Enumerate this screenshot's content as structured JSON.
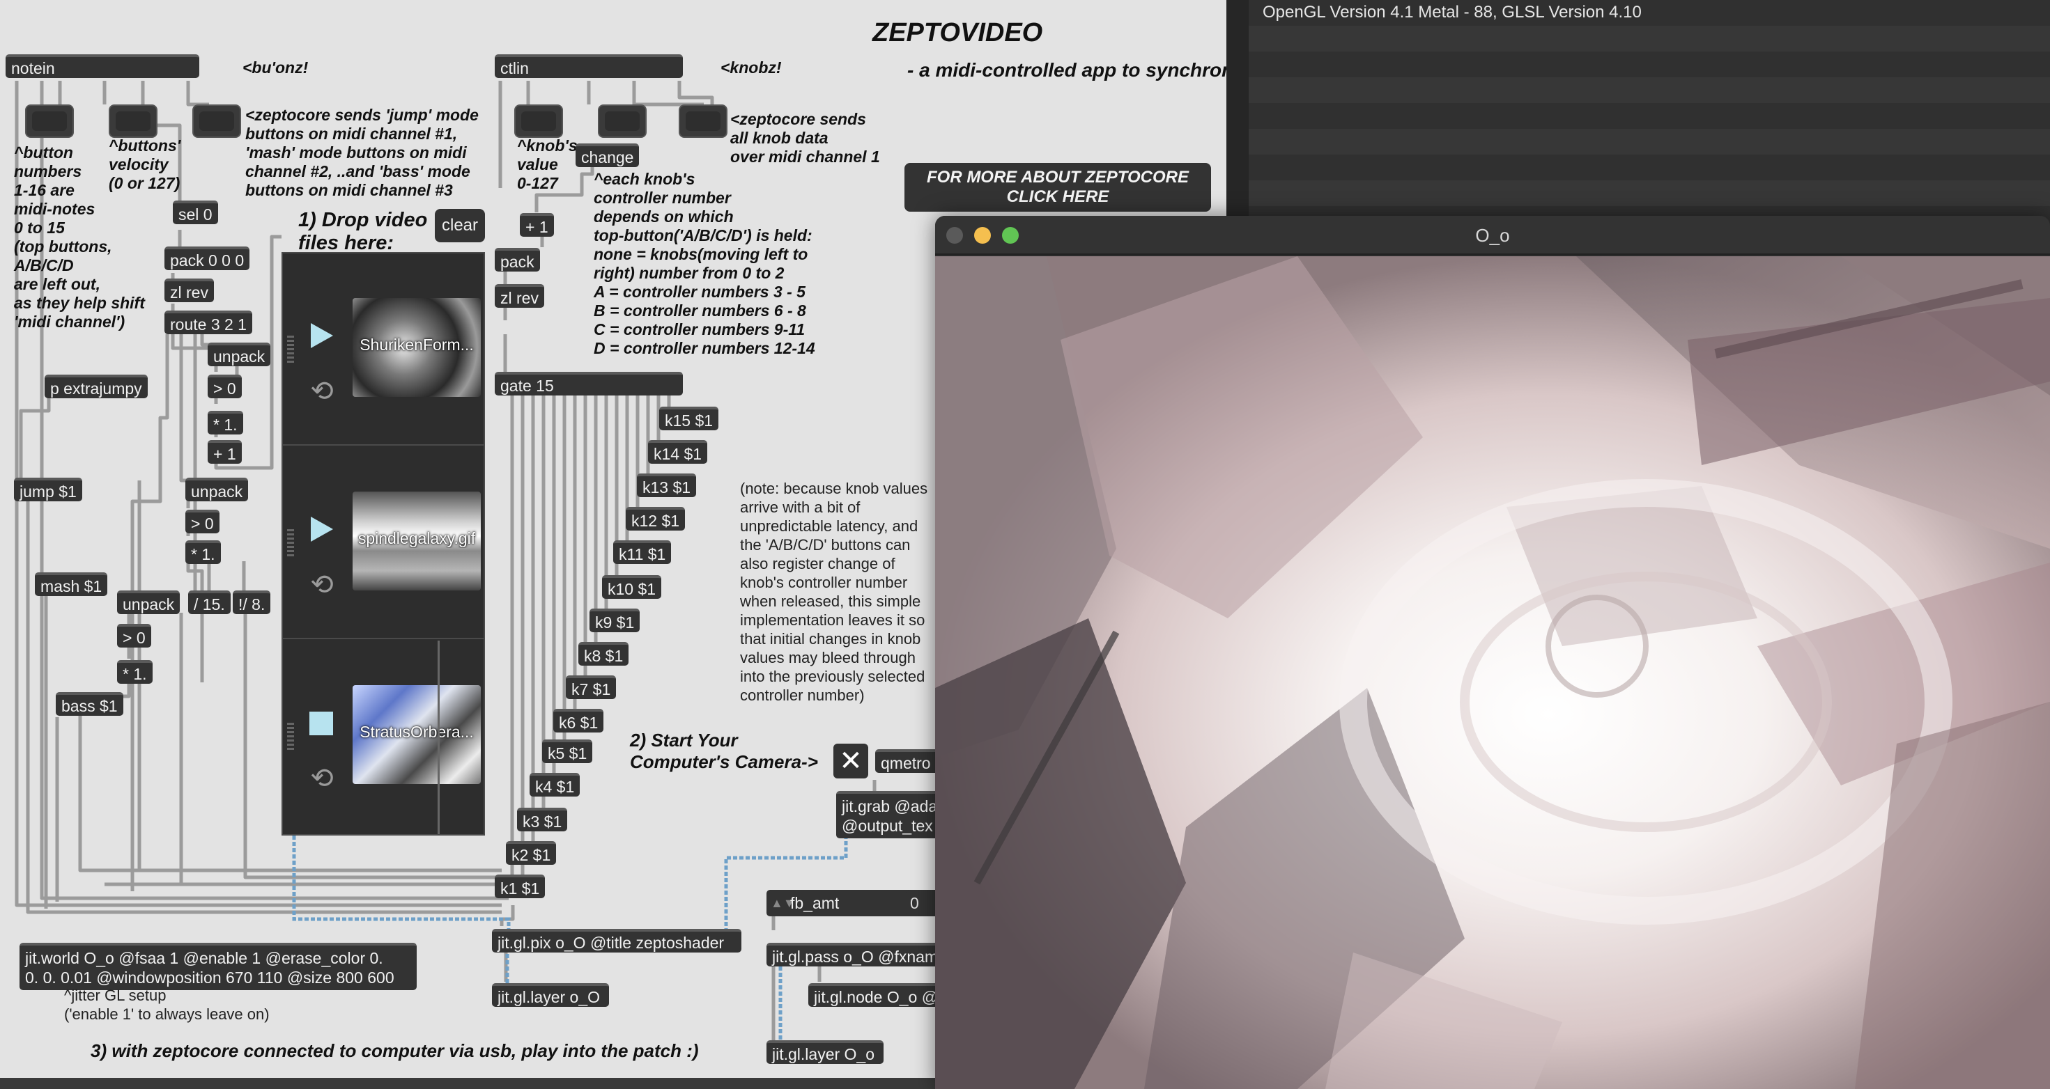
{
  "patch": {
    "title": "ZEPTOVIDEO",
    "description": "- a midi-controlled app to\nsynchronize video to zeptocore\n(and also to demonstrate how\nzeptocore's midi is routed)",
    "more_button": "FOR MORE ABOUT ZEPTOCORE\nCLICK HERE",
    "comments": {
      "buttons_header": "<bu'onz!",
      "knobs_header": "<knobz!",
      "jump_mode_note": "<zeptocore sends 'jump' mode\nbuttons on midi channel #1,\n'mash' mode buttons on midi\nchannel #2, ..and 'bass' mode\nbuttons on midi channel #3",
      "button_numbers": "^button\nnumbers\n1-16 are\nmidi-notes\n0 to 15\n(top buttons,\nA/B/C/D\nare left out,\nas they help shift\n'midi channel')",
      "buttons_velocity": "^buttons'\nvelocity\n(0 or 127)",
      "knob_value": "^knob's\nvalue\n0-127",
      "knob_channel": "<zeptocore sends\nall knob data\nover midi channel 1",
      "knob_controller": "^each knob's\ncontroller number\ndepends on which\ntop-button('A/B/C/D') is held:\nnone = knobs(moving left to\nright) number from 0 to 2\nA = controller numbers 3 - 5\nB = controller numbers 6 - 8\nC = controller numbers 9-11\nD = controller numbers 12-14",
      "latency_note": "(note: because knob values\narrive with a bit of\nunpredictable latency, and\nthe 'A/B/C/D' buttons can\nalso register change of\nknob's controller number\nwhen released, this simple\nimplementation leaves it so\nthat initial changes in knob\nvalues may bleed through\ninto the previously selected\ncontroller number)",
      "drop_video": "1) Drop video\nfiles here:",
      "start_camera": "2) Start Your\nComputer's Camera->",
      "jitter_setup": "^jitter GL setup\n('enable 1' to always leave on)",
      "play_into": "3) with zeptocore connected to computer via usb, play into the patch :)"
    },
    "objects": {
      "notein": "notein",
      "ctlin": "ctlin",
      "sel": "sel 0",
      "pack4": "pack 0 0 0",
      "zlrev1": "zl rev",
      "route": "route 3 2 1",
      "unpack1": "unpack",
      "gt1": "> 0",
      "mul1": "* 1.",
      "plus1a": "+ 1",
      "extrajumpy": "p extrajumpy",
      "jump": "jump $1",
      "unpack2": "unpack",
      "gt2": "> 0",
      "mul2": "* 1.",
      "mash": "mash $1",
      "unpack3": "unpack",
      "div15": "/ 15.",
      "rdiv8": "!/ 8.",
      "gt3": "> 0",
      "mul3": "* 1.",
      "bass": "bass $1",
      "change": "change",
      "plus1b": "+ 1",
      "pack2": "pack",
      "zlrev2": "zl rev",
      "gate": "gate 15",
      "k15": "k15 $1",
      "k14": "k14 $1",
      "k13": "k13 $1",
      "k12": "k12 $1",
      "k11": "k11 $1",
      "k10": "k10 $1",
      "k9": "k9 $1",
      "k8": "k8 $1",
      "k7": "k7 $1",
      "k6": "k6 $1",
      "k5": "k5 $1",
      "k4": "k4 $1",
      "k3": "k3 $1",
      "k2": "k2 $1",
      "k1": "k1 $1",
      "qmetro": "qmetro",
      "jitgrab": "jit.grab @ada\n@output_tex",
      "jitworld": "jit.world O_o @fsaa 1 @enable 1 @erase_color 0.\n0. 0. 0.01 @windowposition 670 110 @size 800 600",
      "jitpix": "jit.gl.pix o_O @title zeptoshader",
      "jitlayer1": "jit.gl.layer o_O",
      "jitpass": "jit.gl.pass o_O @fxnam",
      "jitnode": "jit.gl.node O_o @",
      "jitlayer2": "jit.gl.layer O_o"
    },
    "clear_label": "clear",
    "playlist": [
      {
        "name": "ShurikenForm...",
        "state": "play"
      },
      {
        "name": "spindlegalaxy.gif",
        "state": "play"
      },
      {
        "name": "StratusOrbera...",
        "state": "stop"
      }
    ],
    "camera_toggle": "✕",
    "fb_amt": {
      "label": "fb_amt",
      "value": "0"
    }
  },
  "console": {
    "message": "OpenGL Version 4.1 Metal - 88, GLSL Version 4.10"
  },
  "window": {
    "title": "O_o"
  },
  "colors": {
    "patch_bg": "#e3e3e3",
    "object_bg": "#333333",
    "patch_cord": "#9a9a9a",
    "signal_cord": "#6ea0c8",
    "playlist_icon": "#b7e3ef"
  }
}
